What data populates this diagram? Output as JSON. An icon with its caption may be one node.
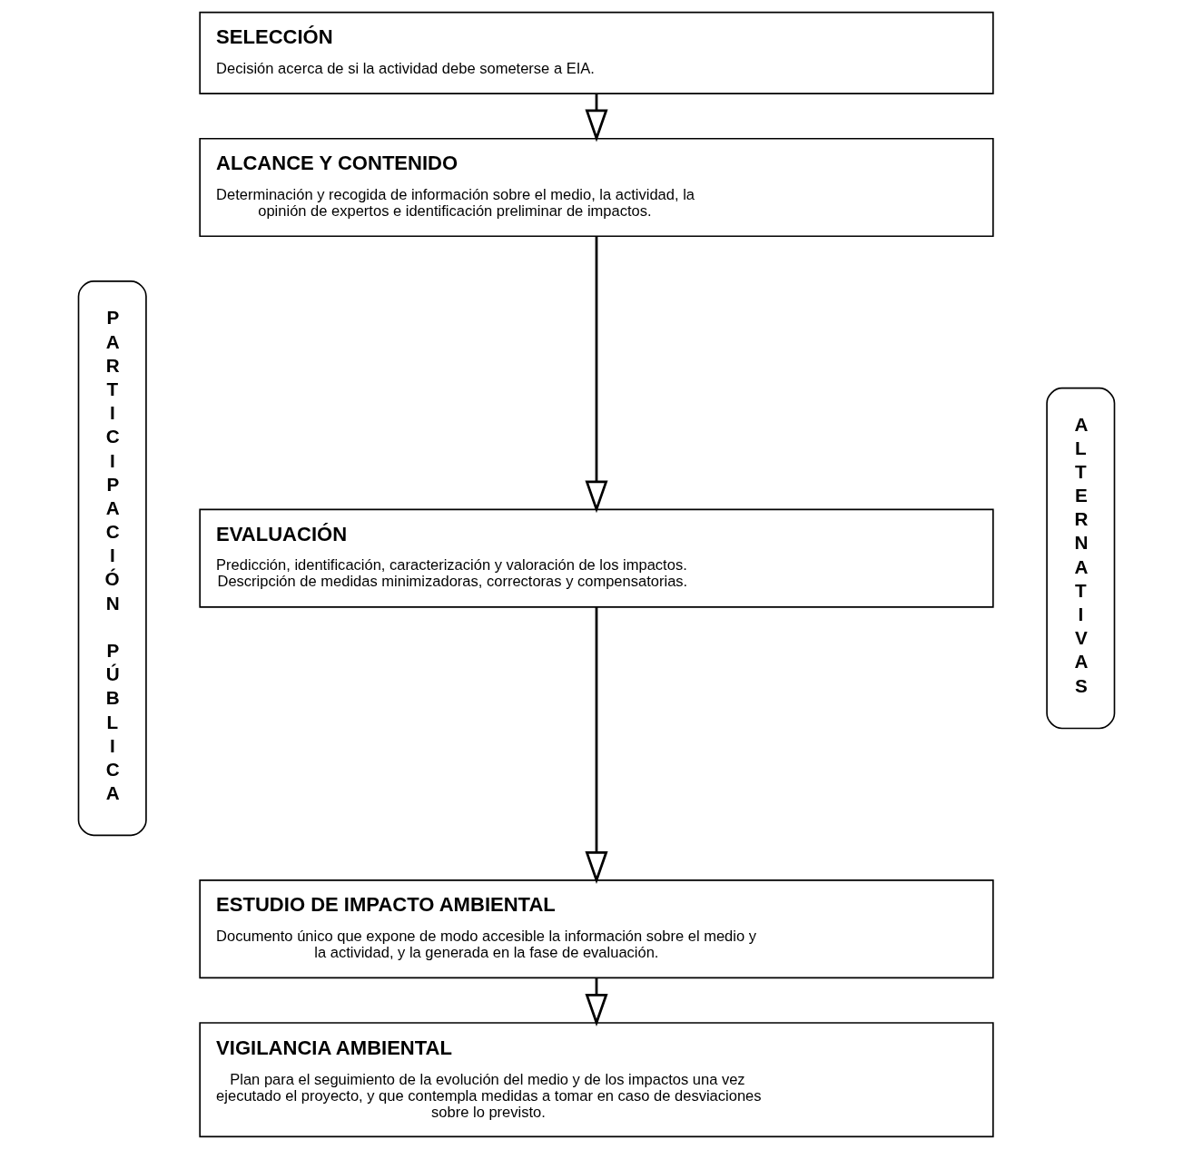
{
  "diagram": {
    "nodes": [
      {
        "text": [
          "PARTICIPACIÓN PÚBLICA"
        ]
      },
      {
        "text": [
          "SELECCIÓN",
          "Decisión acerca de si la actividad debe someterse a EIA."
        ]
      },
      {
        "text": [
          "ALCANCE Y CONTENIDO",
          "Determinación y recogida de información sobre el medio, la actividad, la opinión de expertos e identificación preliminar de impactos."
        ]
      },
      {
        "text": [
          "EVALUACIÓN",
          "Predicción, identificación, caracterización y valoración de los impactos. Descripción de medidas minimizadoras, correctoras y compensatorias."
        ]
      },
      {
        "text": [
          "ESTUDIO DE IMPACTO AMBIENTAL",
          "Documento único que expone de modo accesible la información sobre el medio y la actividad, y la generada en la fase de evaluación."
        ]
      },
      {
        "text": [
          "VIGILANCIA AMBIENTAL",
          "Plan para el seguimiento de la evolución del medio y de los impactos una vez ejecutado el proyecto, y que contempla medidas a tomar en caso de desviaciones sobre lo previsto."
        ]
      },
      {
        "text": [
          "ALTERNATIVAS"
        ]
      }
    ],
    "edges": [
      {
        "from": 1,
        "to": 2,
        "arrow": "to"
      },
      {
        "from": 2,
        "to": 3,
        "arrow": "to"
      },
      {
        "from": 3,
        "to": 4,
        "arrow": "to"
      },
      {
        "from": 4,
        "to": 5,
        "arrow": "to"
      }
    ]
  }
}
